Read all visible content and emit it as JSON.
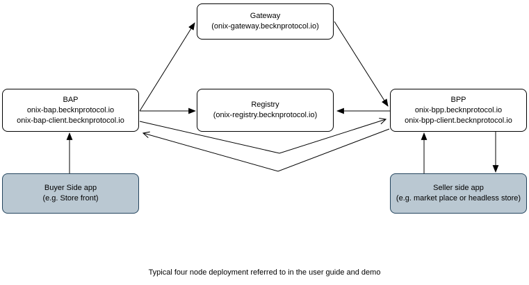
{
  "diagram": {
    "caption": "Typical four node deployment referred to in the user guide and demo",
    "colors": {
      "background": "#ffffff",
      "node_fill": "#ffffff",
      "node_border": "#000000",
      "app_fill": "#bac8d2",
      "app_border": "#23445d",
      "line": "#000000",
      "text": "#000000"
    },
    "nodes": {
      "gateway": {
        "lines": [
          "Gateway",
          "(onix-gateway.becknprotocol.io)"
        ]
      },
      "bap": {
        "lines": [
          "BAP",
          "onix-bap.becknprotocol.io",
          "onix-bap-client.becknprotocol.io"
        ]
      },
      "registry": {
        "lines": [
          "Registry",
          "(onix-registry.becknprotocol.io)"
        ]
      },
      "bpp": {
        "lines": [
          "BPP",
          "onix-bpp.becknprotocol.io",
          "onix-bpp-client.becknprotocol.io"
        ]
      },
      "buyer_app": {
        "lines": [
          "Buyer Side app",
          "(e.g. Store front)"
        ]
      },
      "seller_app": {
        "lines": [
          "Seller side app",
          "(e.g. market place or headless store)"
        ]
      }
    },
    "edges": [
      {
        "from": "BAP",
        "to": "Gateway",
        "arrowhead": "solid"
      },
      {
        "from": "Gateway",
        "to": "BPP",
        "arrowhead": "solid"
      },
      {
        "from": "BAP",
        "to": "Registry",
        "arrowhead": "solid"
      },
      {
        "from": "BPP",
        "to": "Registry",
        "arrowhead": "solid"
      },
      {
        "from": "BAP",
        "to": "BPP",
        "arrowhead": "open"
      },
      {
        "from": "BPP",
        "to": "BAP",
        "arrowhead": "open"
      },
      {
        "from": "Buyer Side app",
        "to": "BAP",
        "arrowhead": "solid"
      },
      {
        "from": "Seller side app",
        "to": "BPP",
        "arrowhead": "solid"
      },
      {
        "from": "BPP",
        "to": "Seller side app",
        "arrowhead": "solid"
      }
    ]
  }
}
